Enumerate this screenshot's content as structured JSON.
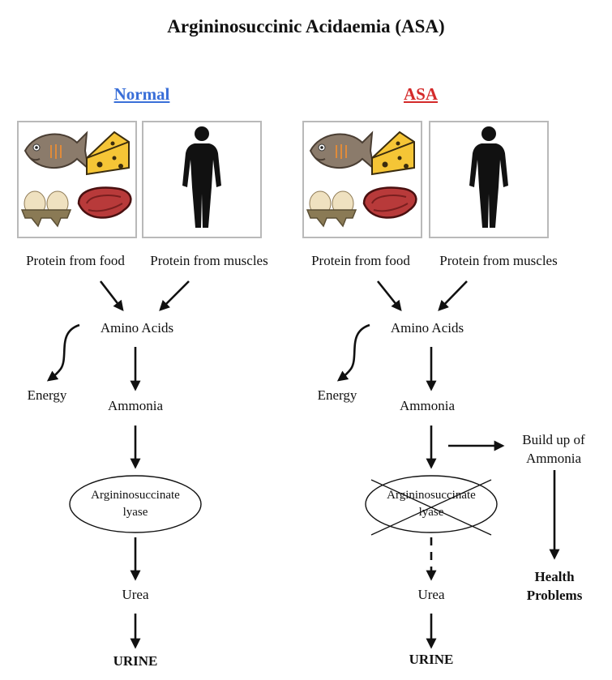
{
  "title": "Argininosuccinic Acidaemia (ASA)",
  "colors": {
    "normal_heading": "#3a6fd8",
    "asa_heading": "#d42a2a",
    "arrow": "#111111",
    "box_border": "#b9b9b9"
  },
  "normal": {
    "heading": "Normal",
    "protein_food": "Protein from food",
    "protein_muscles": "Protein from muscles",
    "amino_acids": "Amino Acids",
    "energy": "Energy",
    "ammonia": "Ammonia",
    "enzyme": "Argininosuccinate lyase",
    "urea": "Urea",
    "urine": "URINE"
  },
  "asa": {
    "heading": "ASA",
    "protein_food": "Protein from food",
    "protein_muscles": "Protein from muscles",
    "amino_acids": "Amino Acids",
    "energy": "Energy",
    "ammonia": "Ammonia",
    "enzyme": "Argininosuccinate lyase",
    "urea": "Urea",
    "urine": "URINE",
    "buildup": "Build up of Ammonia",
    "health_problems": "Health Problems"
  },
  "icons": [
    "fish-icon",
    "cheese-icon",
    "eggs-icon",
    "steak-icon",
    "human-silhouette-icon"
  ]
}
